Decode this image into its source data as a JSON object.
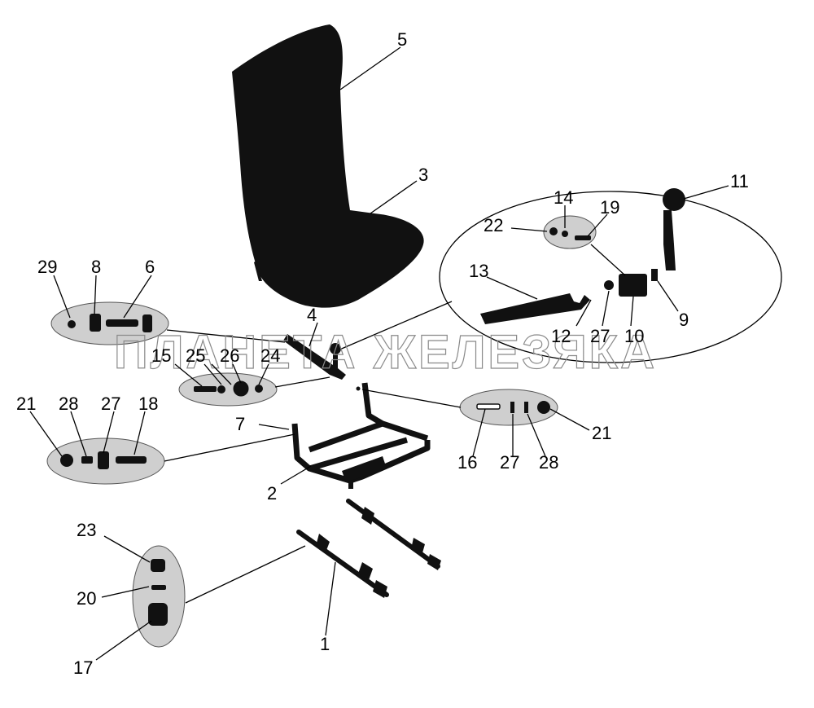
{
  "watermark": "ПЛАНЕТА ЖЕЛЕЗЯКА",
  "callouts": {
    "c1": "1",
    "c2": "2",
    "c3": "3",
    "c4": "4",
    "c5": "5",
    "c6": "6",
    "c7": "7",
    "c8": "8",
    "c9": "9",
    "c10": "10",
    "c11": "11",
    "c12": "12",
    "c13": "13",
    "c14": "14",
    "c15": "15",
    "c16": "16",
    "c17": "17",
    "c18": "18",
    "c19": "19",
    "c20": "20",
    "c21a": "21",
    "c21b": "21",
    "c22": "22",
    "c23": "23",
    "c24": "24",
    "c25": "25",
    "c26": "26",
    "c27a": "27",
    "c27b": "27",
    "c27c": "27",
    "c28a": "28",
    "c28b": "28",
    "c29": "29"
  }
}
